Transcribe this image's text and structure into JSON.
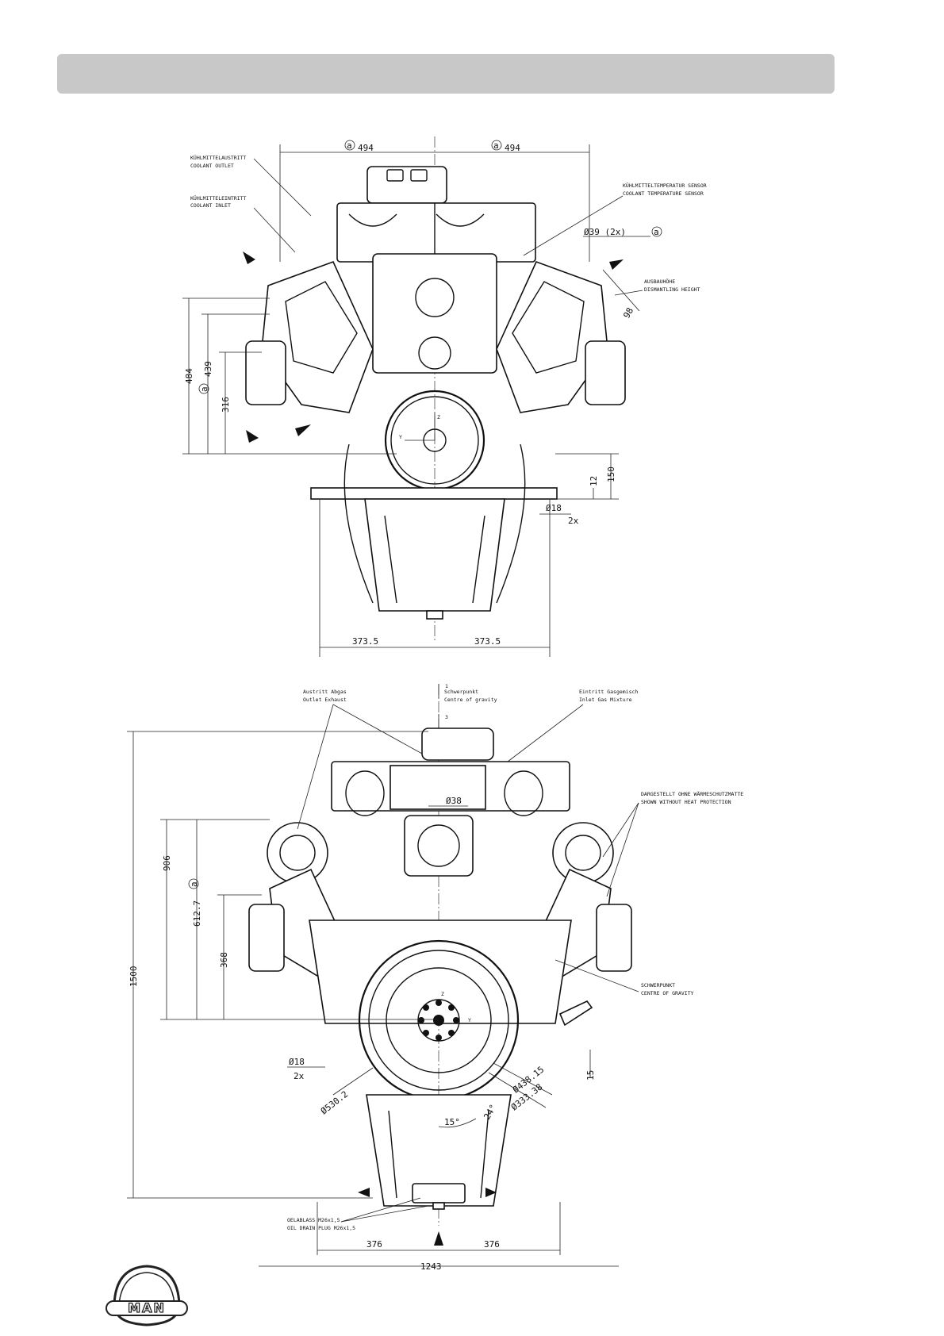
{
  "front_view": {
    "dims": {
      "half_width_left": "494",
      "half_width_right": "494",
      "marker": "a",
      "height_484": "484",
      "height_439": "439",
      "height_316": "316",
      "dim_150": "150",
      "dim_12": "12",
      "hole_dia": "Ø18",
      "hole_count": "2x",
      "pipe_dia": "Ø39 (2x)",
      "dim_98": "98",
      "foot_left": "373.5",
      "foot_right": "373.5"
    },
    "labels": {
      "coolant_outlet_de": "KÜHLMITTELAUSTRITT",
      "coolant_outlet_en": "COOLANT OUTLET",
      "coolant_inlet_de": "KÜHLMITTELEINTRITT",
      "coolant_inlet_en": "COOLANT INLET",
      "coolant_temp_de": "KÜHLMITTELTEMPERATUR SENSOR",
      "coolant_temp_en": "COOLANT TEMPERATURE SENSOR",
      "dismantling_de": "AUSBAUHÖHE",
      "dismantling_en": "DISMANTLING HEIGHT"
    }
  },
  "rear_view": {
    "dims": {
      "total_height": "1500",
      "height_906": "906",
      "height_612": "612.7",
      "height_368": "368",
      "marker": "a",
      "dia_38": "Ø38",
      "hole_dia": "Ø18",
      "hole_count": "2x",
      "dia_530": "Ø530.2",
      "dia_438": "Ø438.15",
      "dia_333": "Ø333.38",
      "angle_15": "15°",
      "angle_24": "24°",
      "dim_15": "15",
      "foot_left": "376",
      "foot_right": "376",
      "overall_width": "1243",
      "axis_1": "1",
      "axis_3": "3"
    },
    "labels": {
      "outlet_exhaust_de": "Austritt Abgas",
      "outlet_exhaust_en": "Outlet Exhaust",
      "cog_top_de": "Schwerpunkt",
      "cog_top_en": "Centre of gravity",
      "inlet_gas_de": "Eintritt Gasgemisch",
      "inlet_gas_en": "Inlet Gas Mixture",
      "heat_protection_de": "DARGESTELLT OHNE WÄRMESCHUTZMATTE",
      "heat_protection_en": "SHOWN WITHOUT HEAT PROTECTION",
      "cog_de": "SCHWERPUNKT",
      "cog_en": "CENTRE OF GRAVITY",
      "oil_drain_de": "OELABLASS M26x1,5",
      "oil_drain_en": "OIL DRAIN PLUG M26x1,5"
    }
  },
  "logo": {
    "text": "MAN"
  }
}
